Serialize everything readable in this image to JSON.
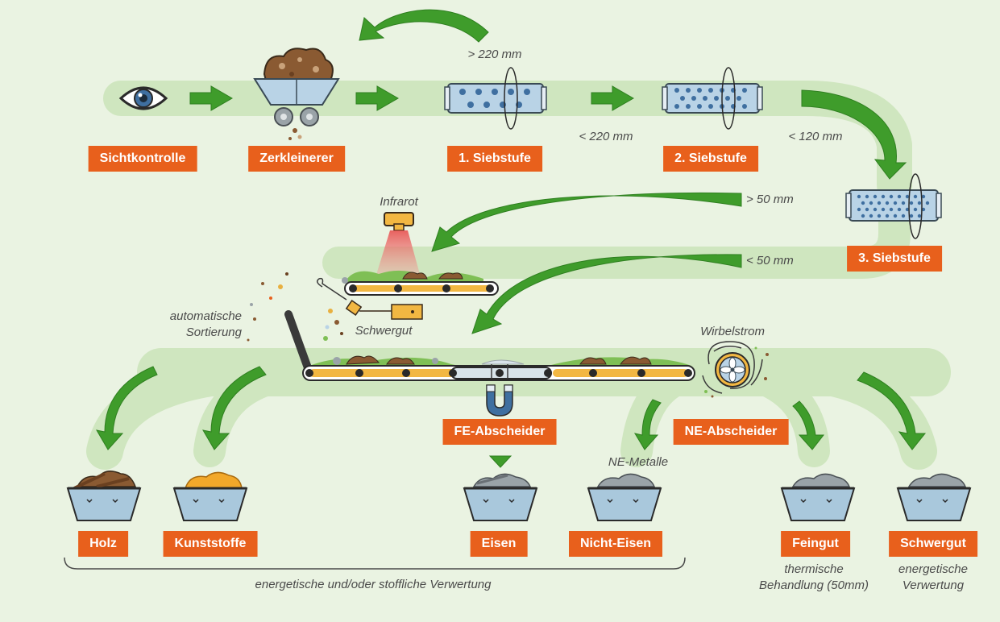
{
  "stations": {
    "sichtkontrolle": "Sichtkontrolle",
    "zerkleinerer": "Zerkleinerer",
    "siebstufe1": "1. Siebstufe",
    "siebstufe2": "2. Siebstufe",
    "siebstufe3": "3. Siebstufe",
    "fe_abscheider": "FE-Abscheider",
    "ne_abscheider": "NE-Abscheider"
  },
  "outputs": {
    "holz": "Holz",
    "kunststoffe": "Kunststoffe",
    "eisen": "Eisen",
    "nicht_eisen": "Nicht-Eisen",
    "feingut": "Feingut",
    "schwergut": "Schwergut"
  },
  "annotations": {
    "gt220": "> 220 mm",
    "lt220": "< 220 mm",
    "lt120": "< 120 mm",
    "gt50": "> 50 mm",
    "lt50": "< 50 mm",
    "infrarot": "Infrarot",
    "automatische_sortierung": [
      "automatische",
      "Sortierung"
    ],
    "schwergut_ir": "Schwergut",
    "wirbelstrom": "Wirbelstrom",
    "ne_metalle": "NE-Metalle",
    "energetisch_stofflich": "energetische und/oder stoffliche Verwertung",
    "thermische_behandlung": [
      "thermische",
      "Behandlung (50mm)"
    ],
    "energetische_verwertung": [
      "energetische",
      "Verwertung"
    ]
  },
  "colors": {
    "background": "#eaf3e2",
    "flow_band": "#cfe6bf",
    "arrow": "#3f9c2b",
    "label_bg": "#e8601c",
    "belt": "#f2b742",
    "steel": "#b9d3e6",
    "container": "#a9c8dc"
  }
}
